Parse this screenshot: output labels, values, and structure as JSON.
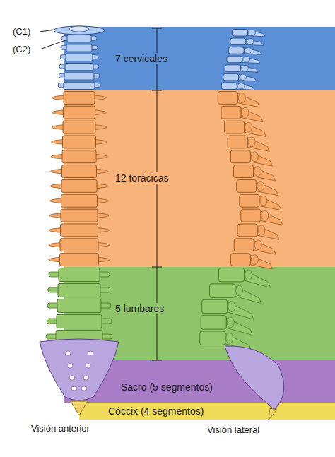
{
  "diagram": {
    "nodes": [
      {
        "text": [
          "7 cervicales"
        ]
      },
      {
        "text": [
          "12 torácicas"
        ]
      },
      {
        "text": [
          "5 lumbares"
        ]
      },
      {
        "text": [
          "Sacro (5 segmentos)"
        ]
      },
      {
        "text": [
          "Cóccix (4 segmentos)"
        ]
      }
    ],
    "labels": [
      "(C1)",
      "(C2)",
      "Visión anterior",
      "Visión lateral"
    ]
  }
}
